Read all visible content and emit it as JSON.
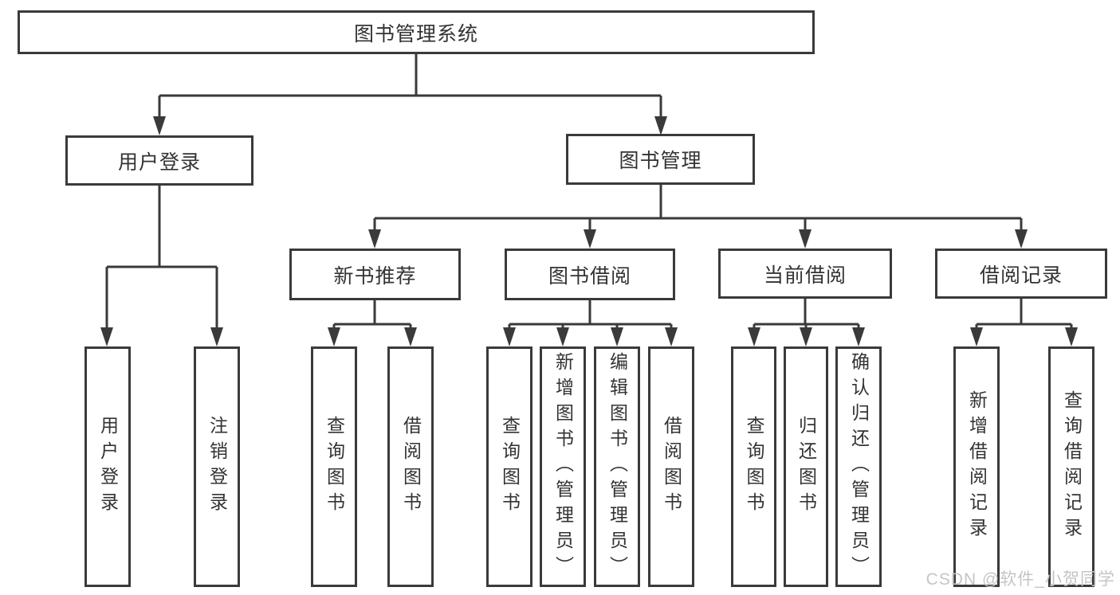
{
  "diagram": {
    "root": "图书管理系统",
    "branches": [
      {
        "label": "用户登录",
        "leaves": [
          "用户登录",
          "注销登录"
        ]
      },
      {
        "label": "图书管理",
        "groups": [
          {
            "label": "新书推荐",
            "leaves": [
              "查询图书",
              "借阅图书"
            ]
          },
          {
            "label": "图书借阅",
            "leaves": [
              "查询图书",
              "新增图书（管理员）",
              "编辑图书（管理员）",
              "借阅图书"
            ]
          },
          {
            "label": "当前借阅",
            "leaves": [
              "查询图书",
              "归还图书",
              "确认归还（管理员）"
            ]
          },
          {
            "label": "借阅记录",
            "leaves": [
              "新增借阅记录",
              "查询借阅记录"
            ]
          }
        ]
      }
    ]
  },
  "watermark": {
    "text": "CSDN @软件_小贺同学"
  },
  "colors": {
    "line": "#3a3a3a",
    "text": "#333333",
    "watermark": "#c5c5c5",
    "background": "#ffffff"
  }
}
